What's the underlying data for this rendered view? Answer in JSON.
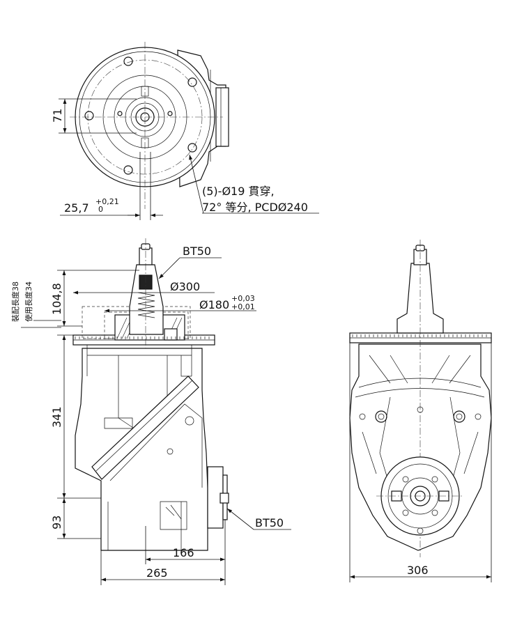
{
  "top_view": {
    "dim_71": "71",
    "dim_25_7": "25,7",
    "tol_upper": "+0,21",
    "tol_lower": "0",
    "note_line1": "(5)-Ø19 貫穿,",
    "note_line2": "72° 等分, PCDØ240"
  },
  "side_view": {
    "label_bt50_top": "BT50",
    "label_d300": "Ø300",
    "label_d180": "Ø180",
    "tol180_upper": "+0,03",
    "tol180_lower": "+0,01",
    "label_assembly_len": "裝配長度38",
    "label_use_len": "使用長度34",
    "dim_104_8": "104,8",
    "dim_341": "341",
    "dim_93": "93",
    "dim_166": "166",
    "dim_265": "265",
    "label_bt50_bottom": "BT50"
  },
  "front_view": {
    "dim_306": "306"
  }
}
